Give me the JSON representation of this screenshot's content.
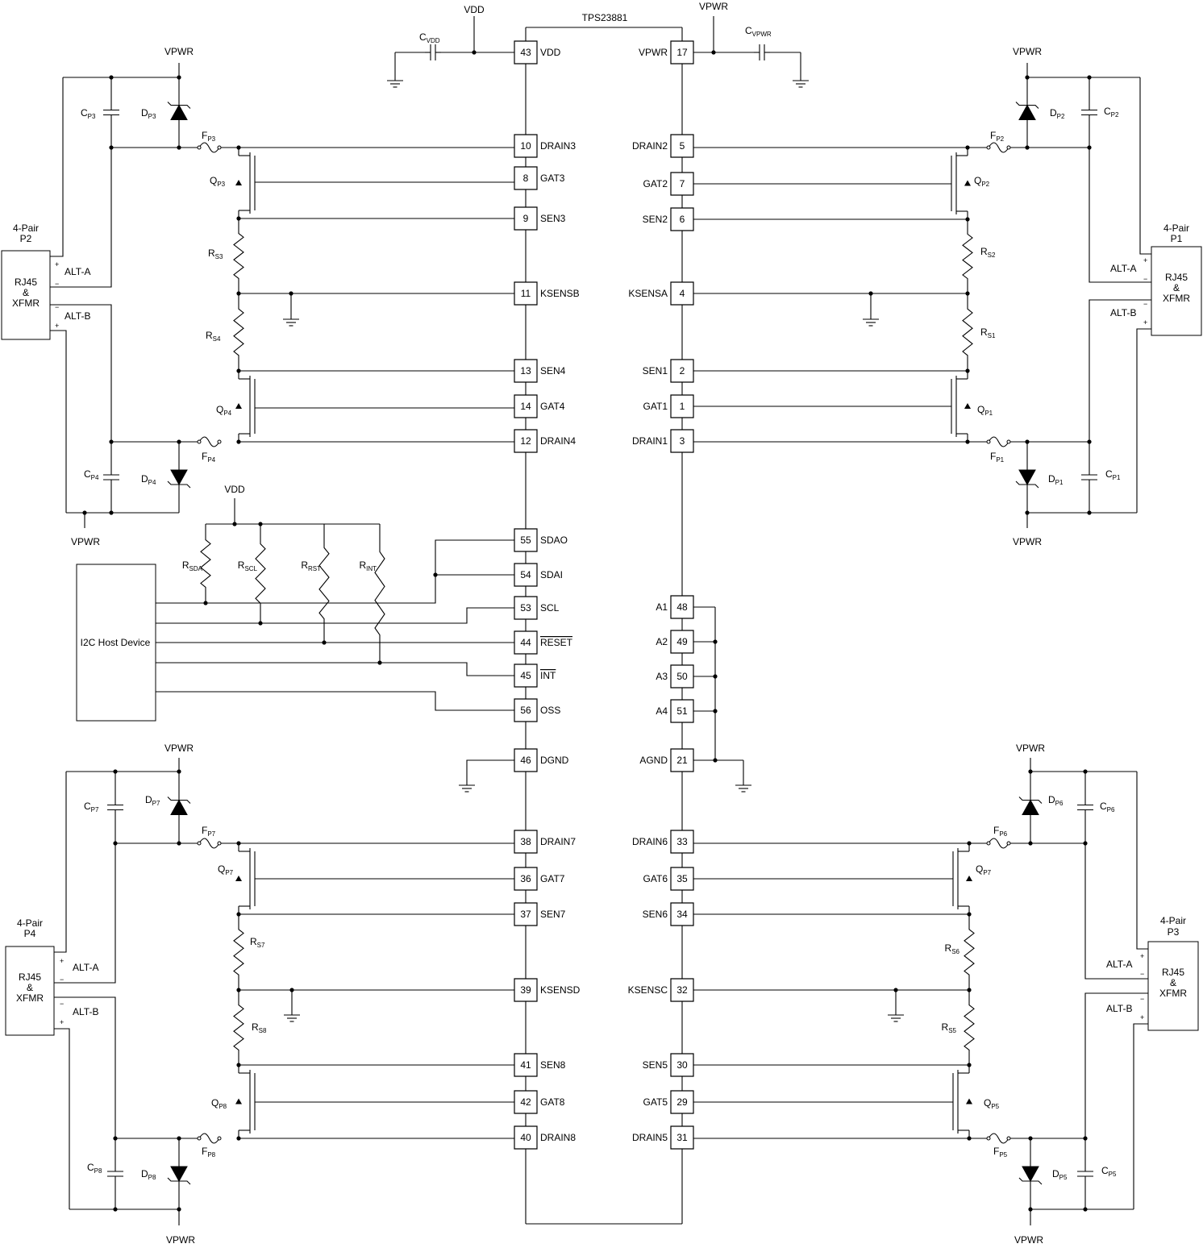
{
  "ic": {
    "name": "TPS23881",
    "left_pins": [
      {
        "num": "43",
        "name": "VDD"
      },
      {
        "num": "10",
        "name": "DRAIN3"
      },
      {
        "num": "8",
        "name": "GAT3"
      },
      {
        "num": "9",
        "name": "SEN3"
      },
      {
        "num": "11",
        "name": "KSENSB"
      },
      {
        "num": "13",
        "name": "SEN4"
      },
      {
        "num": "14",
        "name": "GAT4"
      },
      {
        "num": "12",
        "name": "DRAIN4"
      },
      {
        "num": "55",
        "name": "SDAO"
      },
      {
        "num": "54",
        "name": "SDAI"
      },
      {
        "num": "53",
        "name": "SCL"
      },
      {
        "num": "44",
        "name": "RESET"
      },
      {
        "num": "45",
        "name": "INT"
      },
      {
        "num": "56",
        "name": "OSS"
      },
      {
        "num": "46",
        "name": "DGND"
      },
      {
        "num": "38",
        "name": "DRAIN7"
      },
      {
        "num": "36",
        "name": "GAT7"
      },
      {
        "num": "37",
        "name": "SEN7"
      },
      {
        "num": "39",
        "name": "KSENSD"
      },
      {
        "num": "41",
        "name": "SEN8"
      },
      {
        "num": "42",
        "name": "GAT8"
      },
      {
        "num": "40",
        "name": "DRAIN8"
      }
    ],
    "right_pins": [
      {
        "num": "17",
        "name": "VPWR"
      },
      {
        "num": "5",
        "name": "DRAIN2"
      },
      {
        "num": "7",
        "name": "GAT2"
      },
      {
        "num": "6",
        "name": "SEN2"
      },
      {
        "num": "4",
        "name": "KSENSA"
      },
      {
        "num": "2",
        "name": "SEN1"
      },
      {
        "num": "1",
        "name": "GAT1"
      },
      {
        "num": "3",
        "name": "DRAIN1"
      },
      {
        "num": "48",
        "name": "A1"
      },
      {
        "num": "49",
        "name": "A2"
      },
      {
        "num": "50",
        "name": "A3"
      },
      {
        "num": "51",
        "name": "A4"
      },
      {
        "num": "21",
        "name": "AGND"
      },
      {
        "num": "33",
        "name": "DRAIN6"
      },
      {
        "num": "35",
        "name": "GAT6"
      },
      {
        "num": "34",
        "name": "SEN6"
      },
      {
        "num": "32",
        "name": "KSENSC"
      },
      {
        "num": "30",
        "name": "SEN5"
      },
      {
        "num": "29",
        "name": "GAT5"
      },
      {
        "num": "31",
        "name": "DRAIN5"
      }
    ]
  },
  "supply": {
    "vdd": "VDD",
    "vpwr": "VPWR",
    "cvdd": {
      "main": "C",
      "sub": "VDD"
    },
    "cvpwr": {
      "main": "C",
      "sub": "VPWR"
    }
  },
  "ports": [
    {
      "title": "4-Pair",
      "port": "P2",
      "label": "RJ45\n&\nXFMR",
      "alt_a": "ALT-A",
      "alt_b": "ALT-B"
    },
    {
      "title": "4-Pair",
      "port": "P1",
      "label": "RJ45\n&\nXFMR",
      "alt_a": "ALT-A",
      "alt_b": "ALT-B"
    },
    {
      "title": "4-Pair",
      "port": "P4",
      "label": "RJ45\n&\nXFMR",
      "alt_a": "ALT-A",
      "alt_b": "ALT-B"
    },
    {
      "title": "4-Pair",
      "port": "P3",
      "label": "RJ45\n&\nXFMR",
      "alt_a": "ALT-A",
      "alt_b": "ALT-B"
    }
  ],
  "components": {
    "P3": {
      "C": "P3",
      "D": "P3",
      "F": "P3",
      "Q": "P3"
    },
    "P4": {
      "C": "P4",
      "D": "P4",
      "F": "P4",
      "Q": "P4"
    },
    "P2": {
      "C": "P2",
      "D": "P2",
      "F": "P2",
      "Q": "P2"
    },
    "P1": {
      "C": "P1",
      "D": "P1",
      "F": "P1",
      "Q": "P1"
    },
    "P7": {
      "C": "P7",
      "D": "P7",
      "F": "P7",
      "Q": "P7"
    },
    "P8": {
      "C": "P8",
      "D": "P8",
      "F": "P8",
      "Q": "P8"
    },
    "P6": {
      "C": "P6",
      "D": "P6",
      "F": "P6",
      "Q": "P7"
    },
    "P5": {
      "C": "P5",
      "D": "P5",
      "F": "P5",
      "Q": "P5"
    },
    "sense_resistors": [
      "S3",
      "S4",
      "S2",
      "S1",
      "S7",
      "S8",
      "S6",
      "S5"
    ]
  },
  "i2c": {
    "host": "I2C Host Device",
    "pullups": [
      "SDA",
      "SCL",
      "RST",
      "INT"
    ]
  }
}
